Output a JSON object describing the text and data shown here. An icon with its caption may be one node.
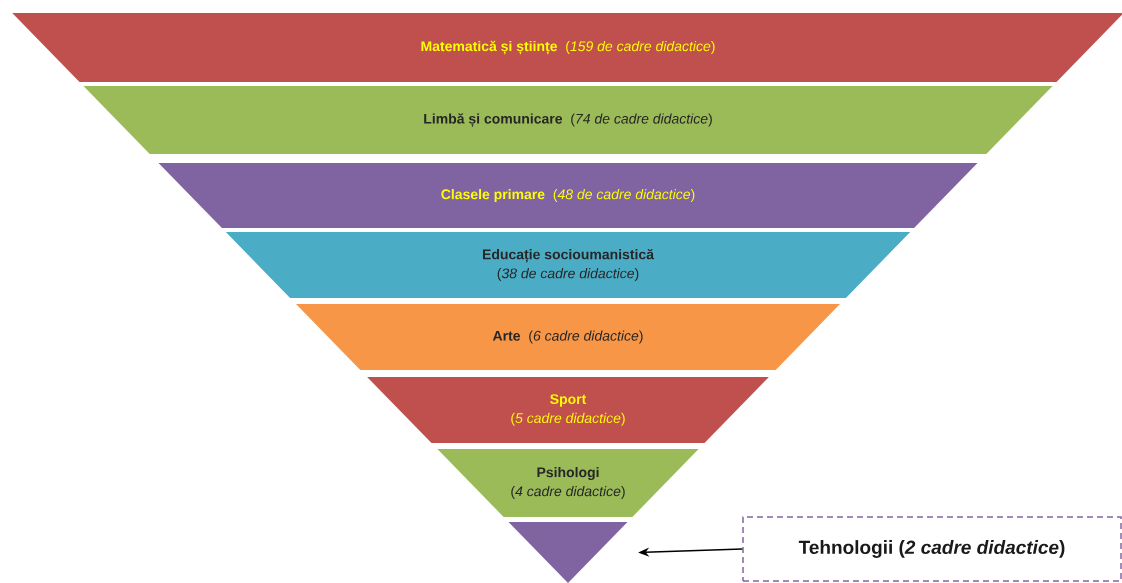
{
  "diagram": {
    "nodes": [
      {
        "text": [
          "Matematică și științe",
          "(*159 de cadre didactice*)"
        ]
      },
      {
        "text": [
          "Limbă și comunicare",
          "(*74 de cadre didactice*)"
        ]
      },
      {
        "text": [
          "Clasele primare",
          "(*48 de cadre didactice*)"
        ]
      },
      {
        "text": [
          "Educație socioumanistică",
          "(*38 de cadre didactice*)"
        ]
      },
      {
        "text": [
          "Arte",
          "(*6 cadre didactice*)"
        ]
      },
      {
        "text": [
          "Sport",
          "(*5 cadre didactice*)"
        ]
      },
      {
        "text": [
          "Psihologi",
          "(*4 cadre didactice*)"
        ]
      },
      {
        "text": [],
        "shape": "triangle"
      },
      {
        "text": [
          "Tehnologii (*2 cadre didactice*)"
        ]
      }
    ],
    "edges": [
      {
        "from": 8,
        "to": 7,
        "arrow": "to"
      }
    ]
  }
}
